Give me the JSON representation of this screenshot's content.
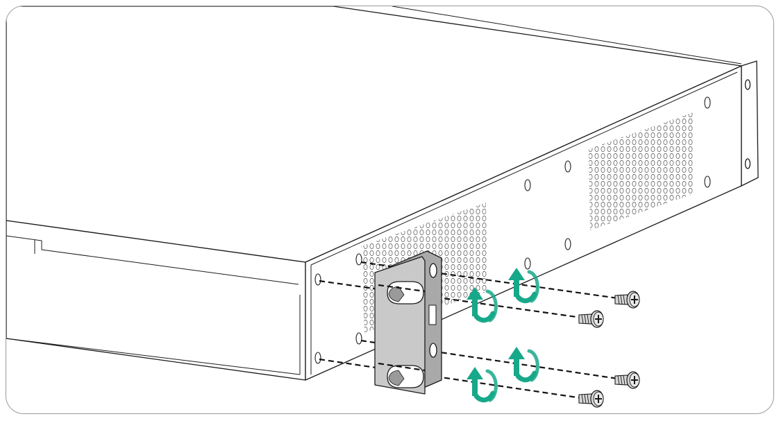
{
  "figure": {
    "subject": "bracket-mounting-illustration",
    "colors": {
      "line": "#1a1a1a",
      "chassis_fill": "#ffffff",
      "bracket_fill": "#c9c9c9",
      "bracket_shade": "#a9a9a9",
      "screw_fill": "#d6d6d6",
      "arrow": "#17a88a"
    },
    "icons": [
      "screw-icon",
      "rotate-arrow-icon",
      "mounting-bracket-icon"
    ],
    "screw_count": 4,
    "rotation_arrow_count": 4
  }
}
